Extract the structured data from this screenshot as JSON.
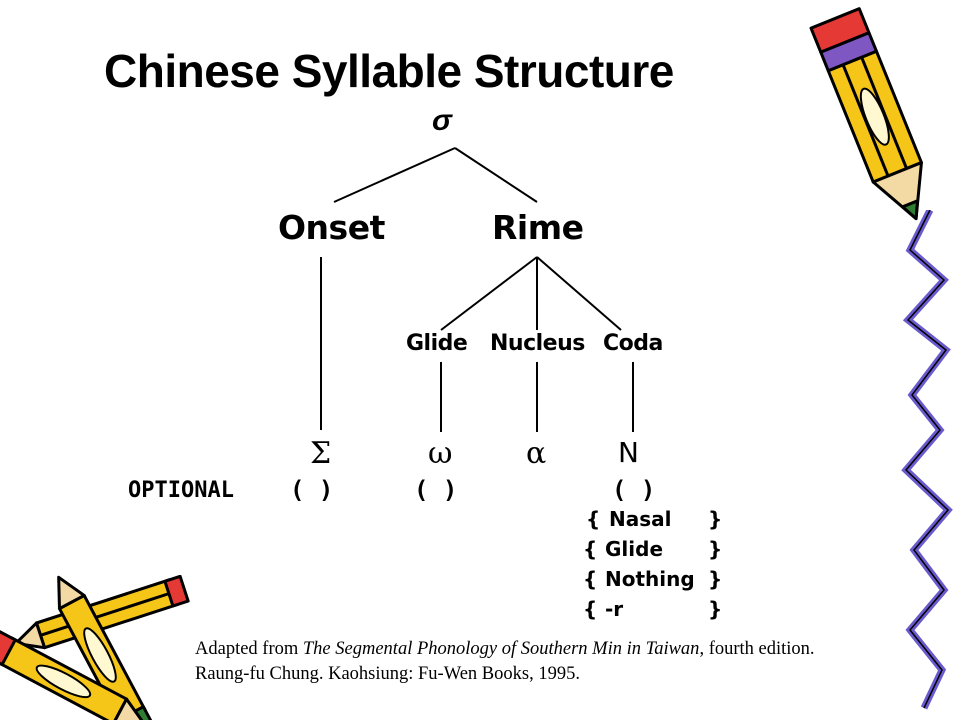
{
  "title": "Chinese Syllable Structure",
  "tree": {
    "root": "σ",
    "onset": "Onset",
    "rime": "Rime",
    "glide": "Glide",
    "nucleus": "Nucleus",
    "coda": "Coda"
  },
  "symbols": {
    "onset": "Σ",
    "glide": "ω",
    "nucleus": "α",
    "coda": "N"
  },
  "optional": {
    "label": "OPTIONAL",
    "onset_paren": "( )",
    "glide_paren": "( )",
    "coda_paren": "( )"
  },
  "coda_options": [
    {
      "open": "{",
      "label": "Nasal",
      "close": "}"
    },
    {
      "open": "{",
      "label": "Glide",
      "close": "}"
    },
    {
      "open": "{",
      "label": "Nothing",
      "close": "}"
    },
    {
      "open": "{",
      "label": "-r",
      "close": "}"
    }
  ],
  "caption": {
    "prefix": "Adapted from ",
    "book_title": "The Segmental Phonology of Southern Min in Taiwan",
    "suffix": ", fourth edition. Raung-fu Chung. Kaohsiung: Fu-Wen Books, 1995."
  },
  "colors": {
    "pencil_body": "#f5c518",
    "pencil_eraser": "#e53935",
    "pencil_band": "#7e57c2",
    "pencil_tip": "#2e7d32",
    "scribble": "#6a5acd"
  }
}
